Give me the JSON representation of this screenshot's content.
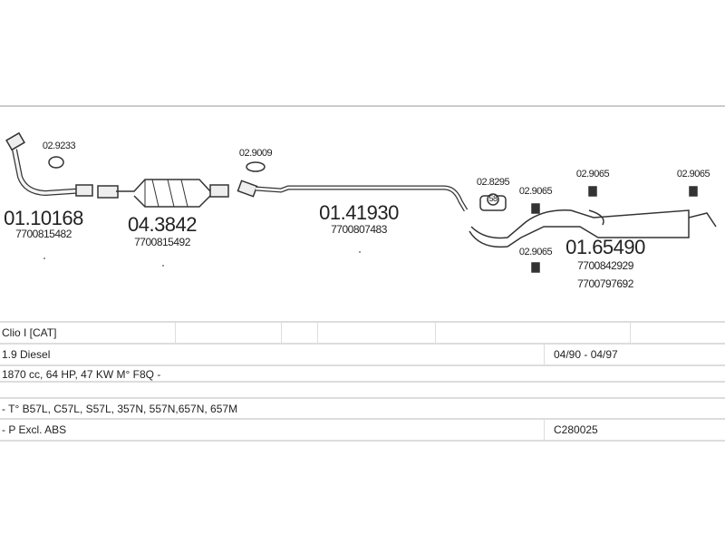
{
  "parts": [
    {
      "number": "01.10168",
      "oem": [
        "7700815482"
      ]
    },
    {
      "number": "04.3842",
      "oem": [
        "7700815492"
      ]
    },
    {
      "number": "01.41930",
      "oem": [
        "7700807483"
      ]
    },
    {
      "number": "01.65490",
      "oem": [
        "7700842929",
        "7700797692"
      ]
    }
  ],
  "accessories": {
    "a1": "02.9233",
    "a2": "02.9009",
    "a3": "02.8295",
    "a3_badge": "58",
    "a4": "02.9065",
    "a5": "02.9065",
    "a6": "02.9065",
    "a7": "02.9065"
  },
  "table": {
    "model": "Clio I [CAT]",
    "engine": "1.9 Diesel",
    "period": "04/90 - 04/97",
    "specs": "1870 cc, 64 HP, 47 KW M° F8Q -",
    "types": "- T° B57L, C57L, S57L, 357N, 557N,657N, 657M",
    "notes": "- P Excl. ABS",
    "code": "C280025"
  }
}
